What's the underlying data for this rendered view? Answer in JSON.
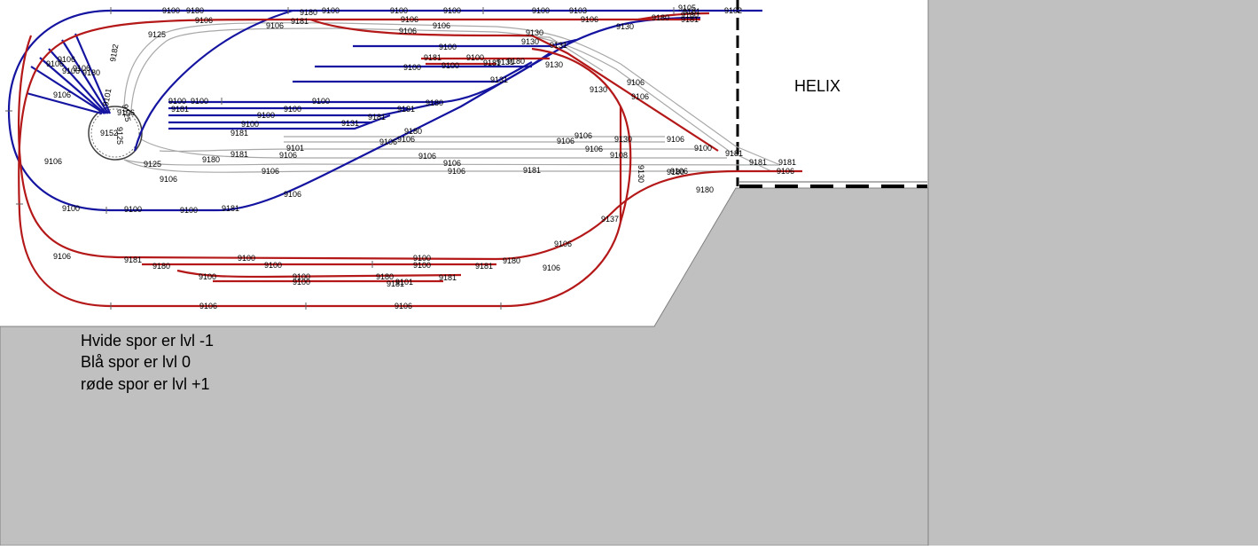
{
  "colors": {
    "white_track": "#a8a8a8",
    "blue_track": "#1414a0",
    "red_track": "#b41818",
    "background_gray": "#c0c0c0"
  },
  "helix_label": "HELIX",
  "legend": [
    "Hvide spor er lvl -1",
    "Blå spor er lvl 0",
    "røde spor er lvl +1"
  ],
  "track_labels": {
    "top": [
      "9180",
      "9100",
      "9180",
      "9100",
      "9100",
      "9100",
      "9100",
      "9103",
      "9102",
      "9106",
      "9106",
      "9106",
      "9106",
      "9106",
      "9181",
      "9180",
      "9181",
      "9180",
      "9181",
      "9130",
      "9105"
    ],
    "upper_mid": [
      "9125",
      "9106",
      "9130",
      "9130",
      "9131",
      "9131",
      "9130",
      "9100",
      "9181",
      "9100",
      "9181",
      "9180",
      "9100",
      "9100",
      "9131",
      "9130",
      "9106",
      "9106",
      "9130"
    ],
    "fan": [
      "9106",
      "9106",
      "9106",
      "9106",
      "9106",
      "9180",
      "9182",
      "9101",
      "9125",
      "9106",
      "9152",
      "9125"
    ],
    "yard": [
      "9100",
      "9181",
      "9100",
      "9100",
      "9100",
      "9181",
      "9180",
      "9100",
      "9100",
      "9131",
      "9181",
      "9181",
      "9106",
      "9101",
      "9106",
      "9106",
      "9106",
      "9106",
      "9106",
      "9106",
      "9106",
      "9106",
      "9108",
      "9130",
      "9180",
      "9180",
      "9181",
      "9106",
      "9100",
      "9181",
      "9181",
      "9181"
    ],
    "left": [
      "9106",
      "9125",
      "9180",
      "9181",
      "9106",
      "9106",
      "9106",
      "9100",
      "9100",
      "9100",
      "9181",
      "9106"
    ],
    "bottom": [
      "9106",
      "9137",
      "9106",
      "9181",
      "9180",
      "9100",
      "9100",
      "9100",
      "9180",
      "9100",
      "9181",
      "9100",
      "9180",
      "9100",
      "9100",
      "9101",
      "9181",
      "9181",
      "9180",
      "9106",
      "9106",
      "9106",
      "9106"
    ]
  }
}
